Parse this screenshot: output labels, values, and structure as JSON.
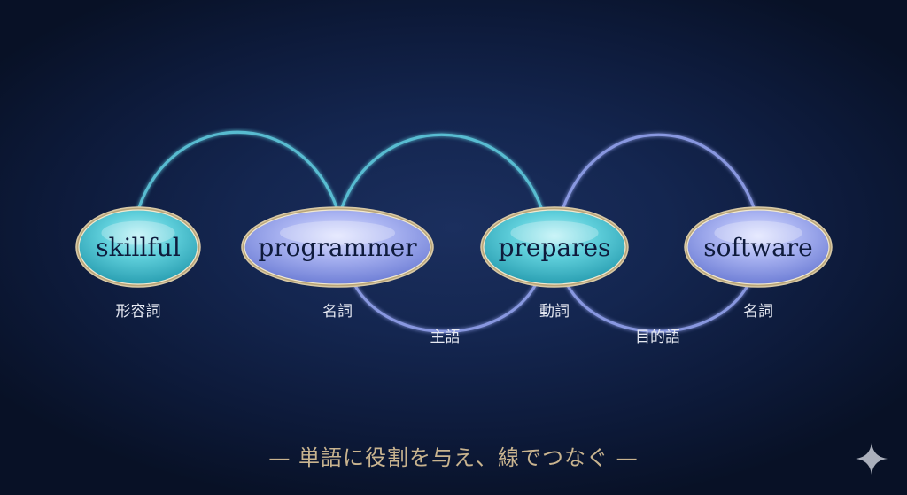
{
  "diagram": {
    "nodes": [
      {
        "id": "n1",
        "word": "skillful",
        "pos": "形容詞",
        "style": "teal"
      },
      {
        "id": "n2",
        "word": "programmer",
        "pos": "名詞",
        "style": "lavender"
      },
      {
        "id": "n3",
        "word": "prepares",
        "pos": "動詞",
        "style": "teal"
      },
      {
        "id": "n4",
        "word": "software",
        "pos": "名詞",
        "style": "lavender"
      }
    ],
    "links": [
      {
        "from": "n1",
        "to": "n2",
        "label": "",
        "side": "top",
        "color": "#5cc4d8"
      },
      {
        "from": "n2",
        "to": "n3",
        "label": "",
        "side": "top",
        "color": "#5cc4d8"
      },
      {
        "from": "n2",
        "to": "n3",
        "label": "主語",
        "side": "bottom",
        "color": "#8f9ee8"
      },
      {
        "from": "n3",
        "to": "n4",
        "label": "",
        "side": "top",
        "color": "#8f9ee8"
      },
      {
        "from": "n3",
        "to": "n4",
        "label": "目的語",
        "side": "bottom",
        "color": "#8f9ee8"
      }
    ]
  },
  "caption": "— 単語に役割を与え、線でつなぐ —",
  "colors": {
    "background": "#0d1a3a",
    "teal_node": "#4fc3cf",
    "lavender_node": "#9aa6ec",
    "node_border": "#d8c9a6",
    "caption": "#c9b48f"
  },
  "icons": {
    "corner": "sparkle-icon"
  }
}
